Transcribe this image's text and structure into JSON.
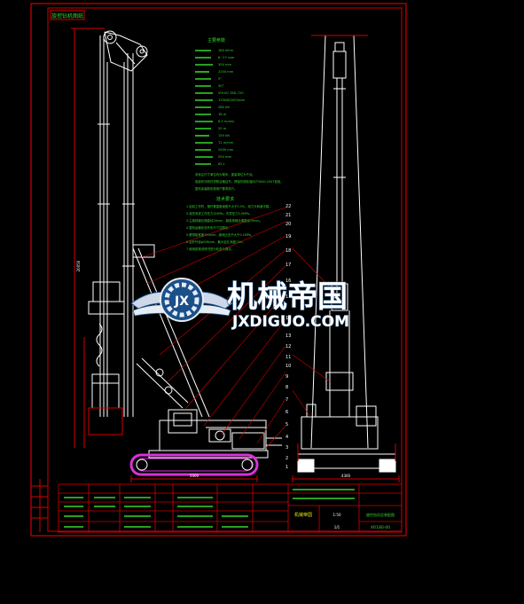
{
  "drawing": {
    "title_tab": "旋挖钻机图纸",
    "spec_heading": "主要参数",
    "spec_values": [
      "180 kN·m",
      "6~27 rpm",
      "300 mm",
      "2200 mm",
      "5°",
      "30°",
      "VOLVO TAD-720",
      "135kW/2000rpm",
      "280 kN",
      "18 m",
      "6.5 m/min",
      "20 m",
      "150 kN",
      "72 m/min",
      "2500 mm",
      "550 mm",
      "62 t"
    ],
    "note_lines": [
      "未标注尺寸单位均为毫米，重量单位为千克。",
      "各部件外购件须附合格证书，焊接件按标准JB/T5000-2007检验。",
      "整机涂装颜色按用户要求执行。"
    ],
    "req_heading": "技术要求",
    "req_lines": [
      "1.钻机工作时，桅杆垂直度误差不大于0.5%，动力头转速平稳。",
      "2.液压系统工作压力32MPa，先导压力3.5MPa。",
      "3.主卷扬钢丝绳直径28mm，副卷扬钢丝绳直径20mm。",
      "4.整机运输状态外形尺寸见图示。",
      "5.履带板宽度700mm，接地比压不大于0.1MPa。",
      "6.钻杆外径φ508mm，最大钻孔深度72m。",
      "7.使用前按说明书进行检查与调试。"
    ],
    "callouts": [
      "22",
      "21",
      "20",
      "19",
      "18",
      "17",
      "16",
      "15",
      "14",
      "13",
      "12",
      "11",
      "10",
      "9",
      "8",
      "7",
      "6",
      "5",
      "4",
      "3",
      "2",
      "1"
    ],
    "dims": {
      "width_front": "4300",
      "tower_height": "20050",
      "track_length": "5000"
    },
    "title_block": {
      "company": "机械帝国",
      "drawing_name": "旋挖钻机总装配图",
      "drawing_no": "XR180-00",
      "scale": "1:50",
      "sheet": "1/1"
    },
    "watermark": {
      "logo_letters": "JX",
      "cn": "机械帝国",
      "en": "JXDIGUO.COM"
    },
    "colors": {
      "frame": "#d20000",
      "machine": "#ffffff",
      "text": "#35d42e",
      "track": "#d633d6",
      "leader": "#d20000",
      "dimension": "#d20000"
    }
  }
}
